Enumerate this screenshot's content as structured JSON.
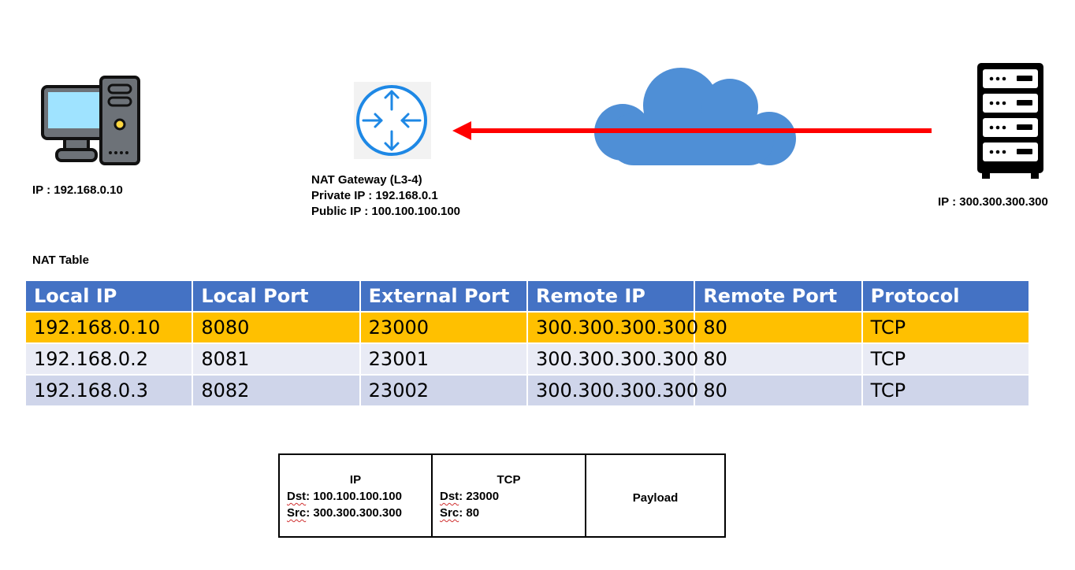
{
  "client": {
    "ip_label": "IP : 192.168.0.10"
  },
  "gateway": {
    "name": "NAT Gateway (L3-4)",
    "private_ip": "Private IP : 192.168.0.1",
    "public_ip": "Public IP : 100.100.100.100"
  },
  "server": {
    "ip_label": "IP : 300.300.300.300"
  },
  "nat_table": {
    "title": "NAT Table",
    "headers": [
      "Local IP",
      "Local Port",
      "External Port",
      "Remote IP",
      "Remote Port",
      "Protocol"
    ],
    "rows": [
      [
        "192.168.0.10",
        "8080",
        "23000",
        "300.300.300.300",
        "80",
        "TCP"
      ],
      [
        "192.168.0.2",
        "8081",
        "23001",
        "300.300.300.300",
        "80",
        "TCP"
      ],
      [
        "192.168.0.3",
        "8082",
        "23002",
        "300.300.300.300",
        "80",
        "TCP"
      ]
    ],
    "highlighted_row": 0
  },
  "packet": {
    "ip": {
      "title": "IP",
      "dst_key": "Dst",
      "dst_value": ": 100.100.100.100",
      "src_key": "Src",
      "src_value": ": 300.300.300.300"
    },
    "tcp": {
      "title": "TCP",
      "dst_key": "Dst",
      "dst_value": ": 23000",
      "src_key": "Src",
      "src_value": ": 80"
    },
    "payload": {
      "title": "Payload"
    }
  },
  "colors": {
    "table_header": "#4472c4",
    "highlight_row": "#ffc000",
    "row_light": "#e9ebf5",
    "row_dark": "#cfd5ea",
    "arrow": "#ff0000",
    "cloud": "#4f8fd6",
    "router": "#1e88e5"
  },
  "icons": {
    "client": "desktop-computer-icon",
    "gateway": "router-icon",
    "network": "cloud-icon",
    "server": "server-rack-icon"
  }
}
